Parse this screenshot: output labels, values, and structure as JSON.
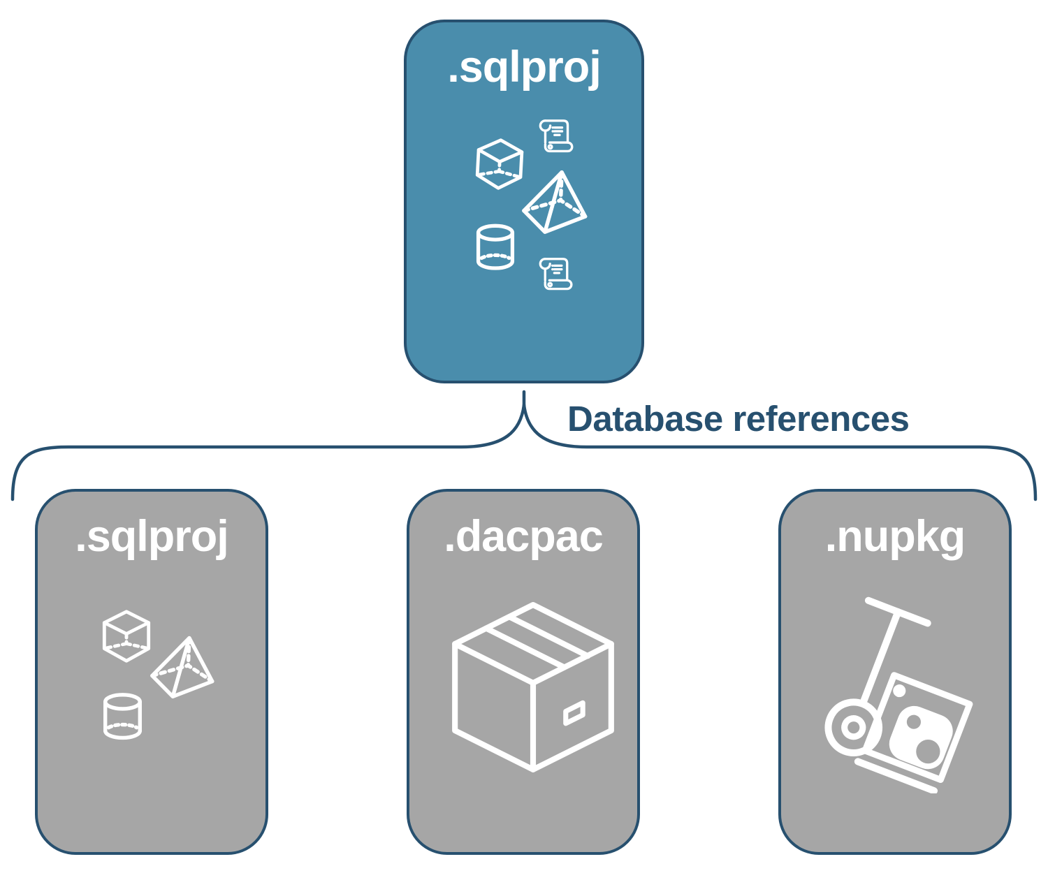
{
  "diagram": {
    "root_node": {
      "label": ".sqlproj",
      "icons": [
        "script-scroll",
        "cube",
        "pyramid",
        "cylinder",
        "script-scroll"
      ]
    },
    "connector": {
      "label": "Database references"
    },
    "children": [
      {
        "label": ".sqlproj",
        "icons": [
          "cube",
          "pyramid",
          "cylinder"
        ]
      },
      {
        "label": ".dacpac",
        "icons": [
          "package-box"
        ]
      },
      {
        "label": ".nupkg",
        "icons": [
          "nuget-handtruck"
        ]
      }
    ],
    "colors": {
      "accent_fill": "#4a8dac",
      "neutral_fill": "#a6a6a6",
      "outline": "#27506f",
      "label_color": "#27506f",
      "icon_stroke": "#ffffff"
    }
  }
}
